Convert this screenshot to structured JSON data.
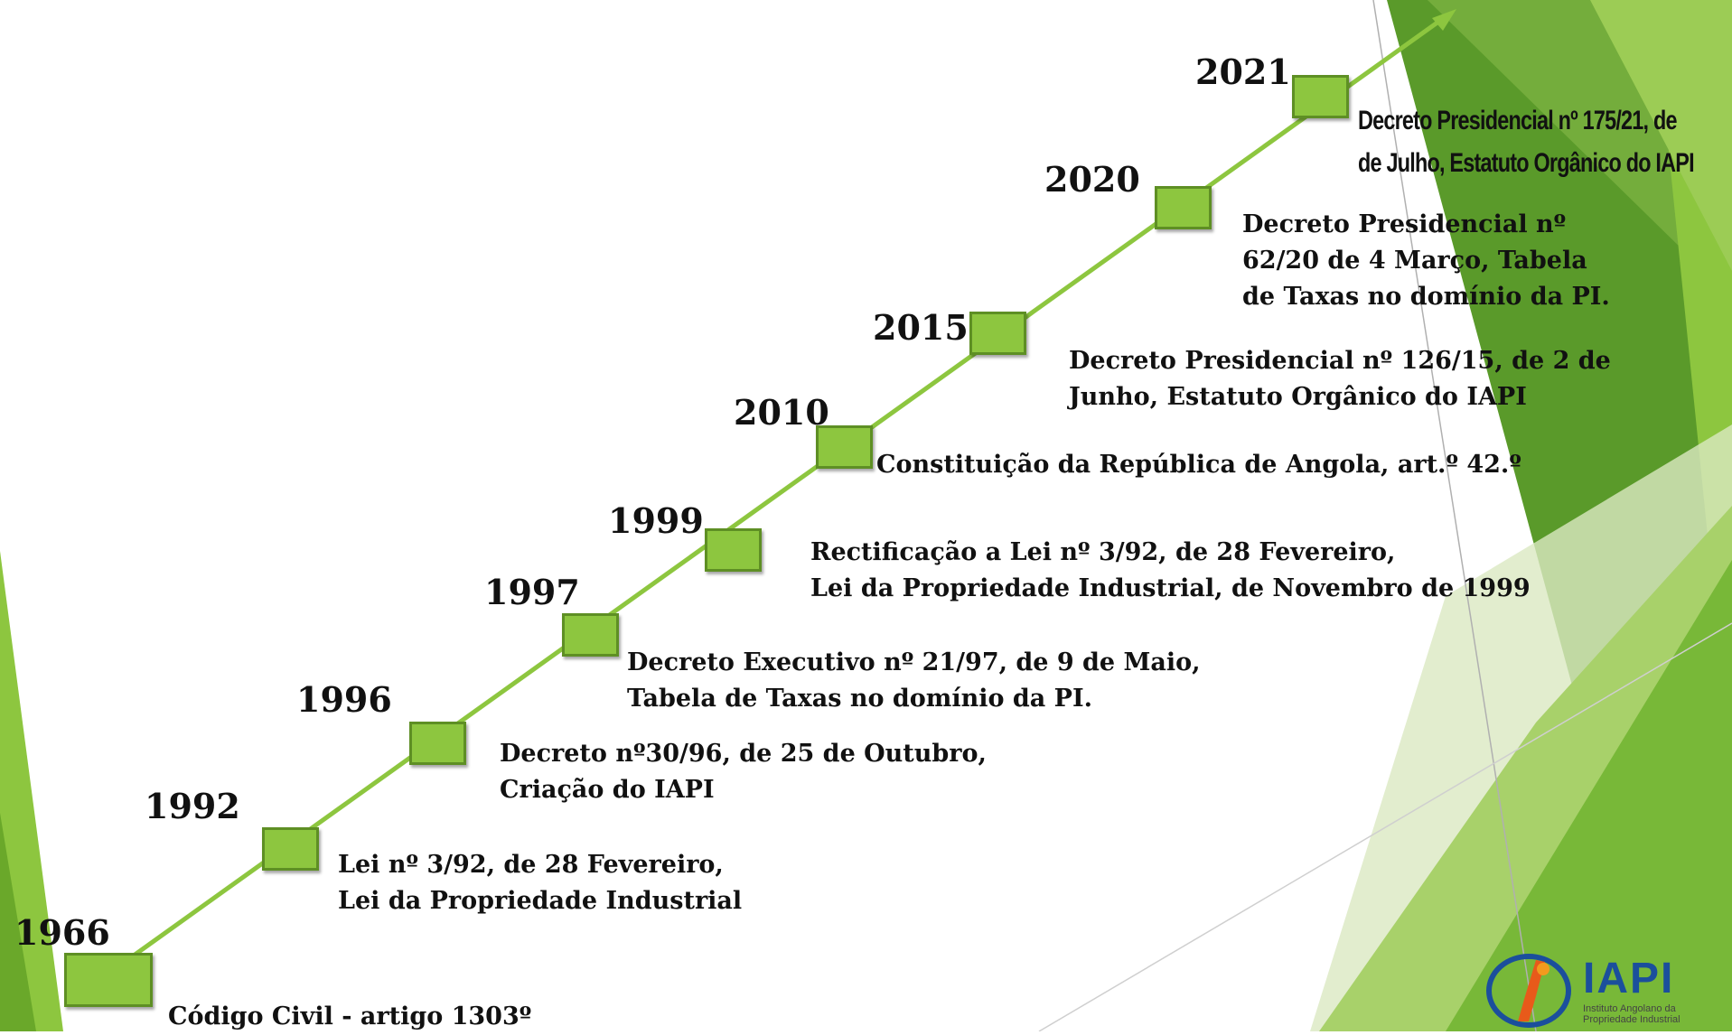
{
  "timeline": [
    {
      "year": "1966",
      "lines": [
        "Código Civil - artigo  1303º"
      ]
    },
    {
      "year": "1992",
      "lines": [
        "Lei nº 3/92, de 28 Fevereiro,",
        "Lei da Propriedade Industrial"
      ]
    },
    {
      "year": "1996",
      "lines": [
        "Decreto nº30/96, de 25 de Outubro,",
        "Criação do IAPI"
      ]
    },
    {
      "year": "1997",
      "lines": [
        "Decreto Executivo  nº 21/97, de 9 de Maio,",
        "Tabela de Taxas no domínio da PI."
      ]
    },
    {
      "year": "1999",
      "lines": [
        "Rectificação a Lei nº 3/92, de 28 Fevereiro,",
        "Lei da Propriedade Industrial, de Novembro de 1999"
      ]
    },
    {
      "year": "2010",
      "lines": [
        "Constituição da República de Angola, art.º 42.º"
      ]
    },
    {
      "year": "2015",
      "lines": [
        "Decreto Presidencial nº 126/15, de 2 de",
        "Junho, Estatuto Orgânico do IAPI"
      ]
    },
    {
      "year": "2020",
      "lines": [
        "Decreto Presidencial nº",
        "62/20 de 4 Março, Tabela",
        "de Taxas no domínio da PI."
      ]
    },
    {
      "year": "2021",
      "lines": [
        "Decreto Presidencial nº 175/21, de",
        "de Julho, Estatuto Orgânico do IAPI"
      ]
    }
  ],
  "logo": {
    "name": "IAPI",
    "subtitle_1": "Instituto Angolano da",
    "subtitle_2": "Propriedade Industrial"
  },
  "colors": {
    "accent": "#8dc63f",
    "dark_green": "#4f8a1e",
    "line": "#8dc63f"
  }
}
